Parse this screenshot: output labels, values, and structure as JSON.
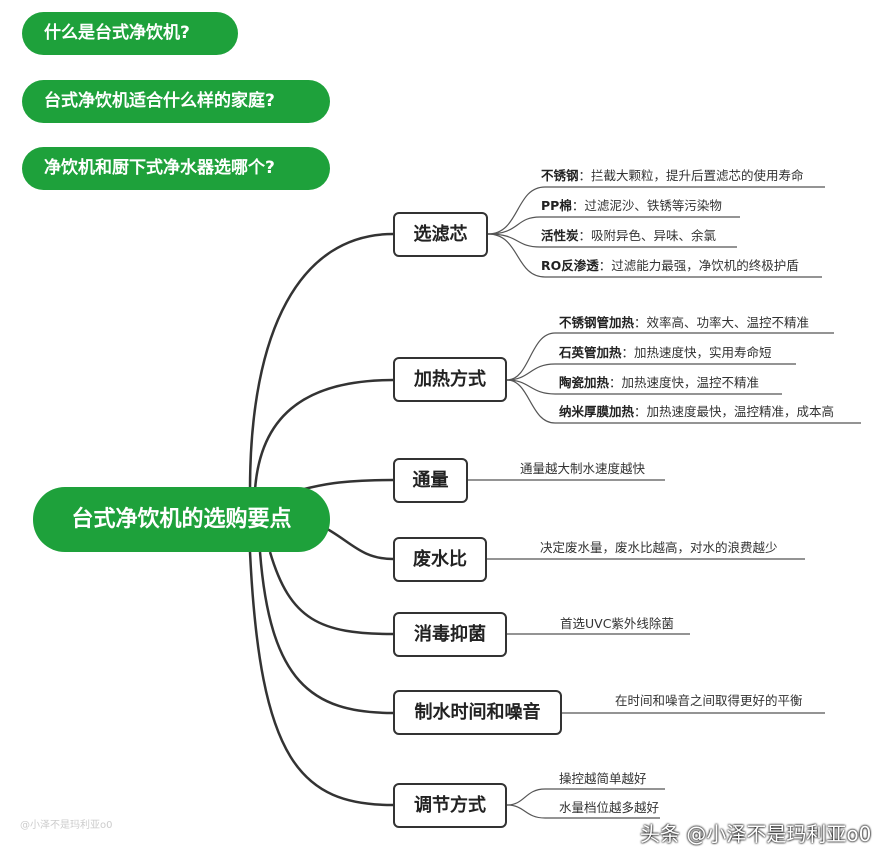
{
  "questions": [
    "什么是台式净饮机?",
    "台式净饮机适合什么样的家庭?",
    "净饮机和厨下式净水器选哪个?"
  ],
  "central": "台式净饮机的选购要点",
  "branches": [
    {
      "label": "选滤芯",
      "leaves": [
        {
          "k": "不锈钢",
          "v": "：拦截大颗粒，提升后置滤芯的使用寿命"
        },
        {
          "k": "PP棉",
          "v": "：过滤泥沙、铁锈等污染物"
        },
        {
          "k": "活性炭",
          "v": "：吸附异色、异味、余氯"
        },
        {
          "k": "RO反渗透",
          "v": "：过滤能力最强，净饮机的终极护盾"
        }
      ]
    },
    {
      "label": "加热方式",
      "leaves": [
        {
          "k": "不锈钢管加热",
          "v": "：效率高、功率大、温控不精准"
        },
        {
          "k": "石英管加热",
          "v": "：加热速度快，实用寿命短"
        },
        {
          "k": "陶瓷加热",
          "v": "：加热速度快，温控不精准"
        },
        {
          "k": "纳米厚膜加热",
          "v": "：加热速度最快，温控精准，成本高"
        }
      ]
    },
    {
      "label": "通量",
      "leaves": [
        {
          "k": "",
          "v": "通量越大制水速度越快"
        }
      ]
    },
    {
      "label": "废水比",
      "leaves": [
        {
          "k": "",
          "v": "决定废水量，废水比越高，对水的浪费越少"
        }
      ]
    },
    {
      "label": "消毒抑菌",
      "leaves": [
        {
          "k": "",
          "v": "首选UVC紫外线除菌"
        }
      ]
    },
    {
      "label": "制水时间和噪音",
      "leaves": [
        {
          "k": "",
          "v": "在时间和噪音之间取得更好的平衡"
        }
      ]
    },
    {
      "label": "调节方式",
      "leaves": [
        {
          "k": "",
          "v": "操控越简单越好"
        },
        {
          "k": "",
          "v": "水量档位越多越好"
        }
      ]
    }
  ],
  "watermark": "头条 @小泽不是玛利亚o0",
  "watermark_small": "@小泽不是玛利亚o0"
}
